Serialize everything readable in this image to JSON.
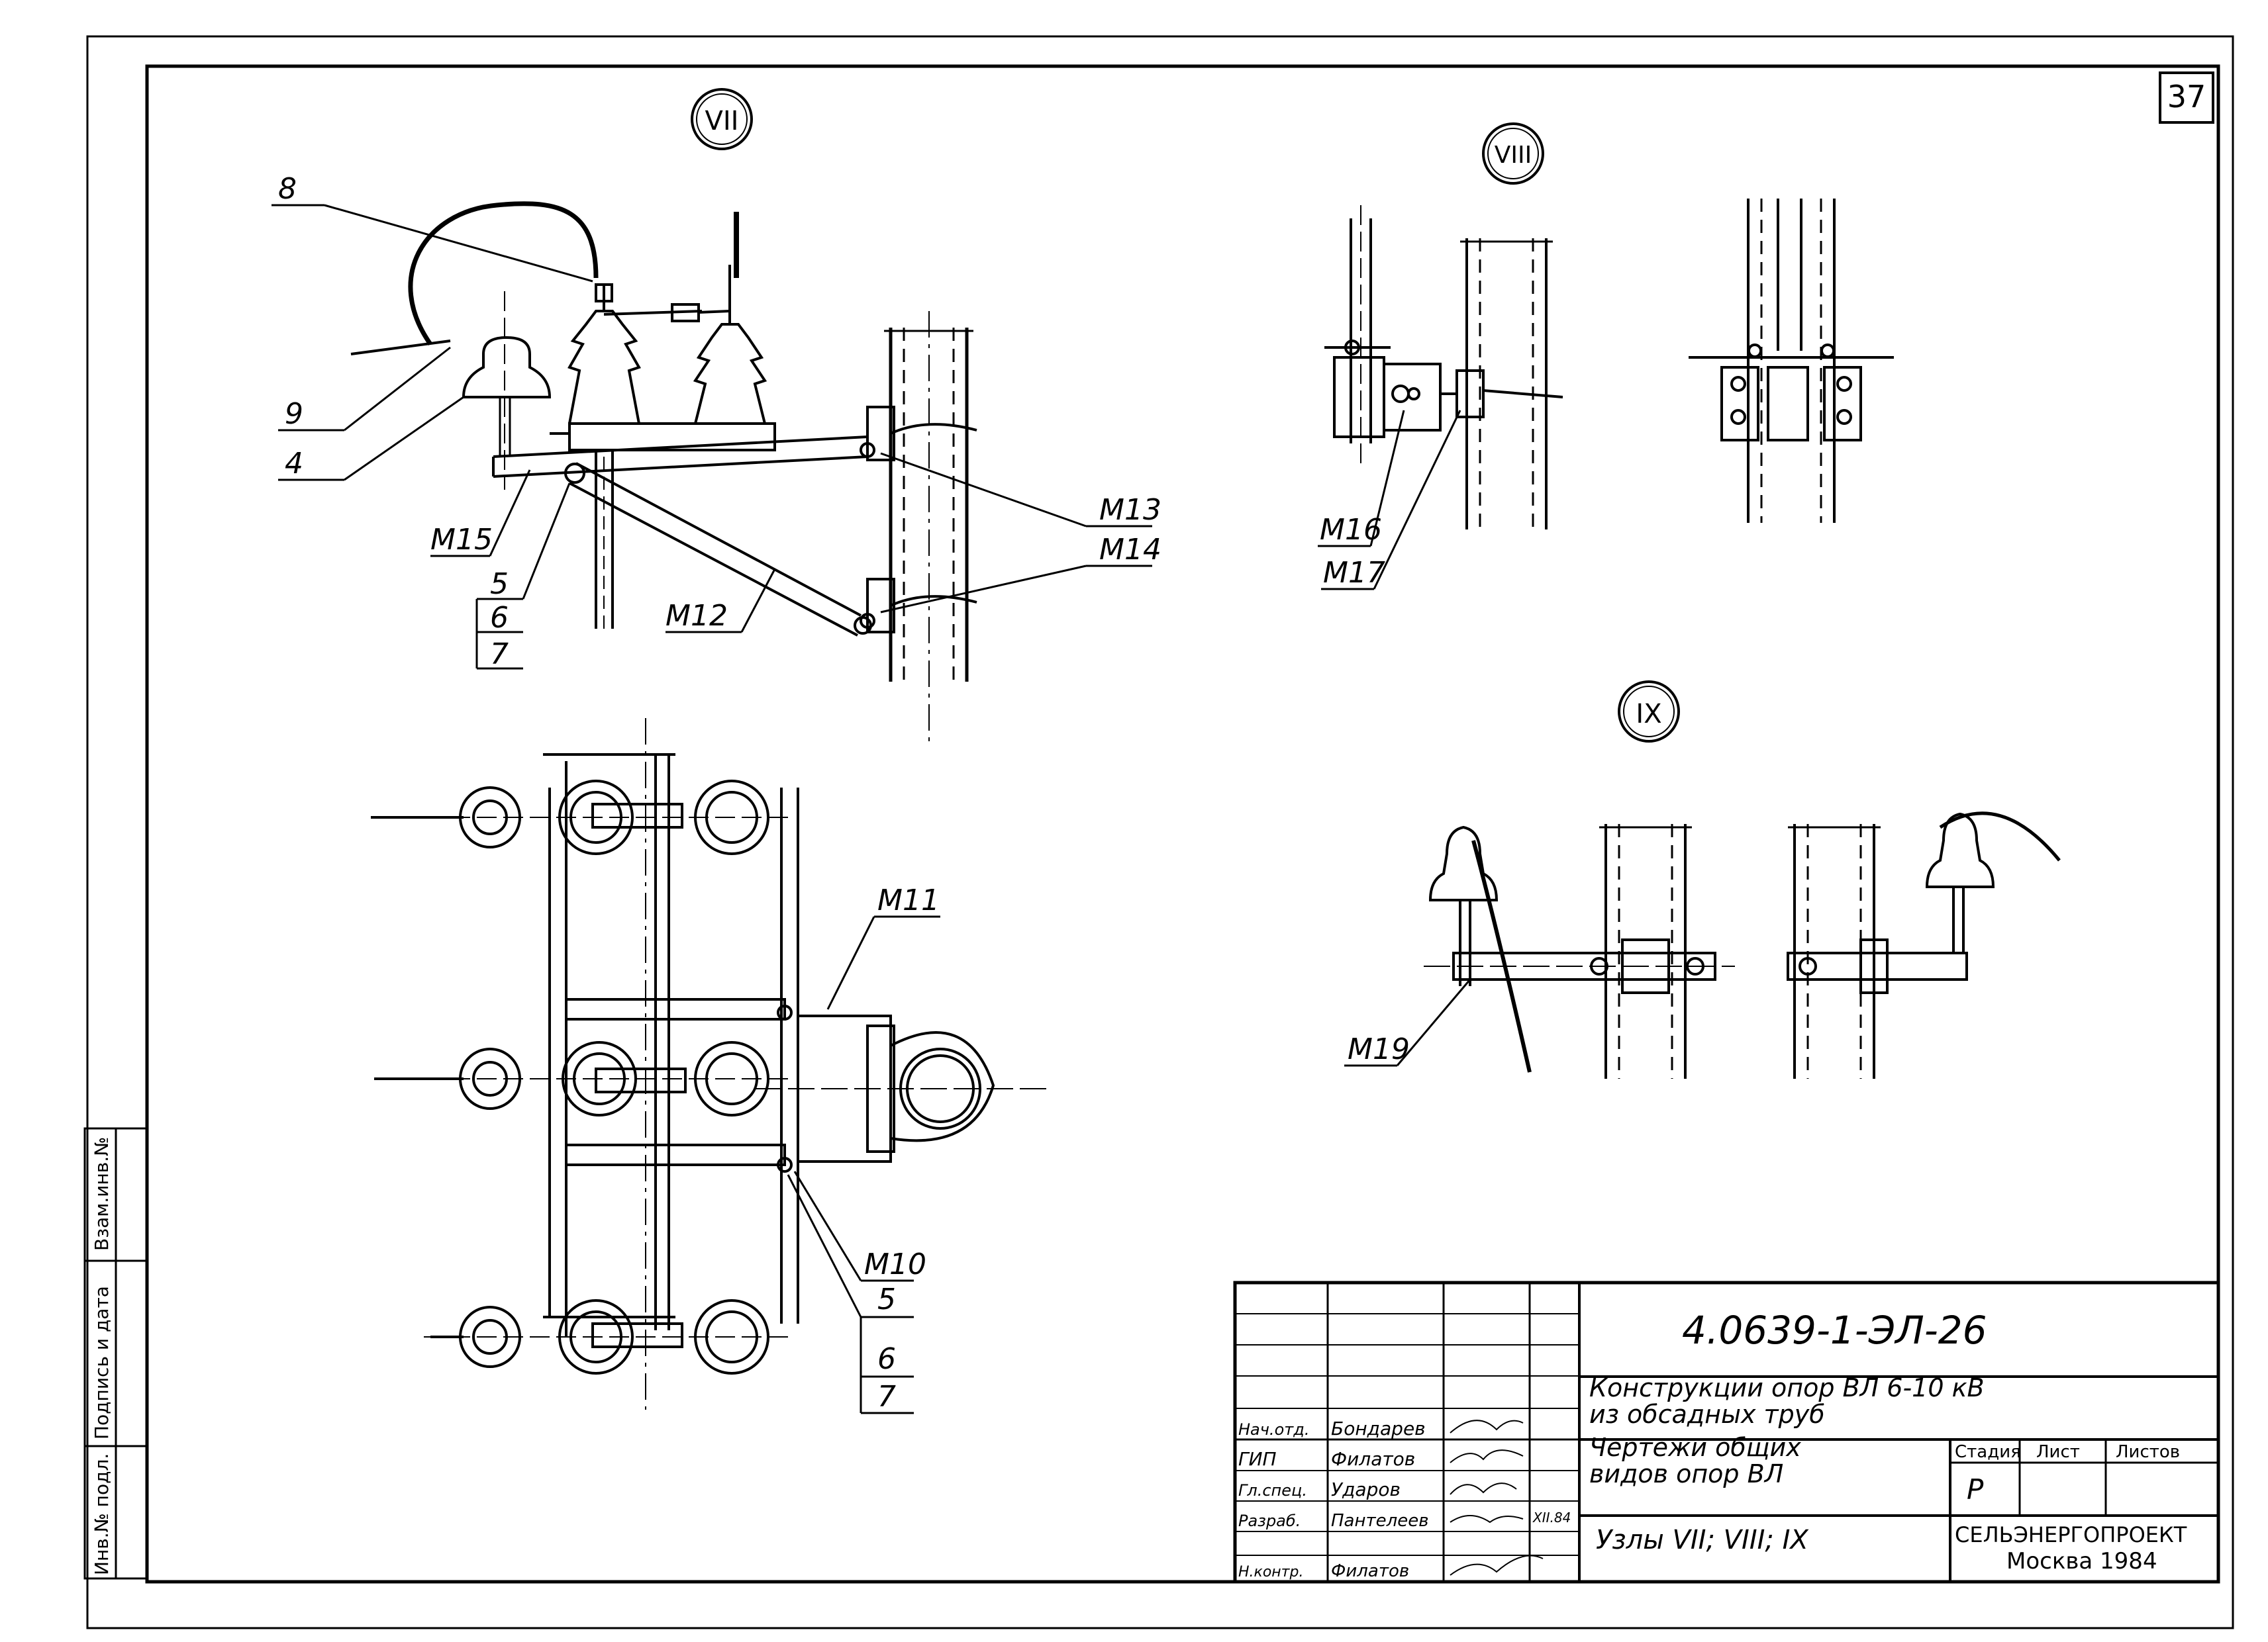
{
  "sheet_number": "37",
  "side_stamp": {
    "inv_podl": "Инв.№ подл.",
    "podpis_data": "Подпись и дата",
    "vzam_inv": "Взам.инв.№"
  },
  "node_markers": {
    "vii": "VII",
    "viii": "VIII",
    "ix": "IX"
  },
  "callouts": {
    "c8": "8",
    "c9": "9",
    "c4": "4",
    "m15": "М15",
    "m13": "М13",
    "m14": "М14",
    "m12": "М12",
    "c5a": "5",
    "c6a": "6",
    "c7a": "7",
    "m16": "М16",
    "m17": "М17",
    "m11": "М11",
    "m10": "М10",
    "c5b": "5",
    "c6b": "6",
    "c7b": "7",
    "m19": "М19"
  },
  "title_block": {
    "doc_code": "4.0639-1-ЭЛ-26",
    "title_line1": "Конструкции опор ВЛ 6-10 кВ",
    "title_line2": "из обсадных труб",
    "sheet_title_line1": "Чертежи общих",
    "sheet_title_line2": "видов опор ВЛ",
    "nodes_title": "Узлы VII; VIII; IX",
    "stage_header": "Стадия",
    "sheet_header": "Лист",
    "sheets_header": "Листов",
    "stage_value": "Р",
    "org": "СЕЛЬЭНЕРГОПРОЕКТ",
    "city_year": "Москва 1984",
    "date": "XII.84",
    "signatories": [
      {
        "role": "Нач.отд.",
        "name": "Бондарев"
      },
      {
        "role": "ГИП",
        "name": "Филатов"
      },
      {
        "role": "Гл.спец.",
        "name": "Ударов"
      },
      {
        "role": "Разраб.",
        "name": "Пантелеев"
      },
      {
        "role": "Н.контр.",
        "name": "Филатов"
      }
    ]
  }
}
